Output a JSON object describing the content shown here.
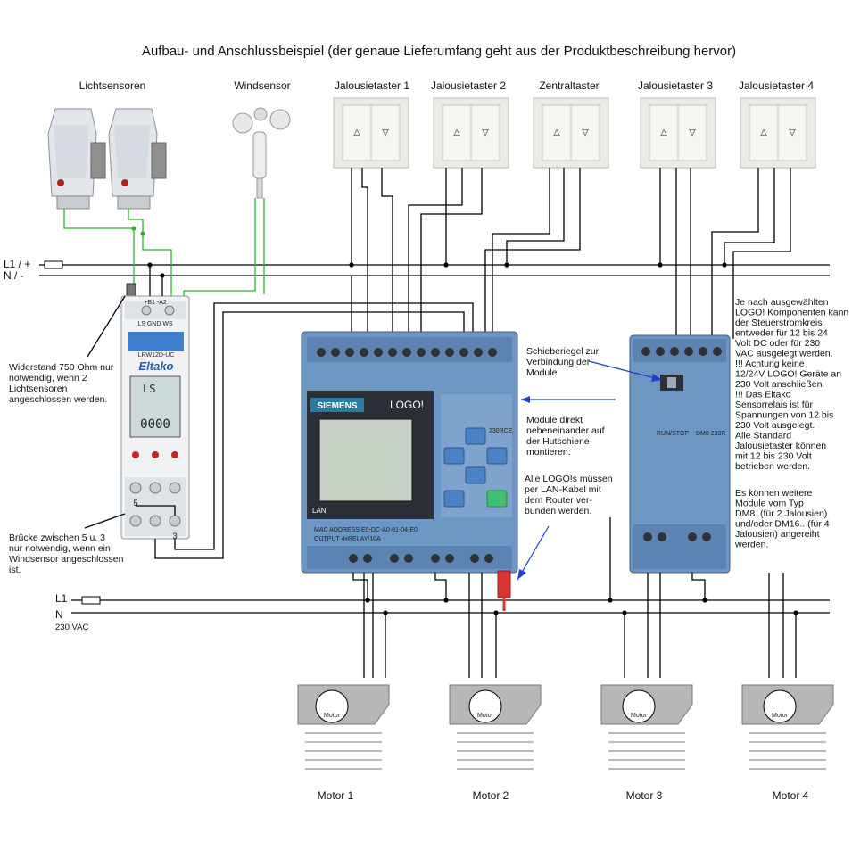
{
  "title": "Aufbau- und Anschlussbeispiel (der genaue Lieferumfang geht aus der Produktbeschreibung hervor)",
  "top_labels": {
    "light_sensors": "Lichtsensoren",
    "wind_sensor": "Windsensor",
    "switch1": "Jalousietaster 1",
    "switch2": "Jalousietaster 2",
    "central": "Zentraltaster",
    "switch3": "Jalousietaster 3",
    "switch4": "Jalousietaster 4"
  },
  "bus_labels": {
    "l1_plus": "L1 / +",
    "n_minus": "N / -",
    "l1": "L1",
    "n": "N",
    "vac": "230 VAC"
  },
  "eltako": {
    "brand": "Eltako",
    "model": "LRW12D-UC",
    "terminal_top": "+B1 -A2",
    "terminal_mid": "LS GND WS",
    "display_top": "LS",
    "display_value": "0000",
    "term_5": "5",
    "term_3": "3"
  },
  "logo": {
    "brand": "SIEMENS",
    "name": "LOGO!",
    "variant": "230RCE",
    "lan": "LAN",
    "mac": "MAC ADDRESS E0-DC-A0-81-04-E0",
    "output": "OUTPUT 4xRELAY/10A"
  },
  "dm8": {
    "run_stop": "RUN/STOP",
    "model": "DM8 230R"
  },
  "notes": {
    "resistor": "Widerstand 750 Ohm nur notwendig, wenn 2 Lichtsensoren angeschlossen werden.",
    "bridge": "Brücke zwischen 5 u. 3 nur notwendig, wenn ein Windsensor angeschlossen ist.",
    "slider": "Schieberiegel zur Verbindung der Module",
    "modules": "Module direkt nebeneinander auf der Hutschiene montieren.",
    "lan": "Alle LOGO!s müssen per LAN-Kabel mit dem Router ver- bunden werden.",
    "right1": "Je nach ausgewählten LOGO! Komponenten kann der Steuerstromkreis entweder für 12 bis 24 Volt DC oder für 230 VAC ausgelegt werden. !!! Achtung keine 12/24V LOGO! Geräte an 230 Volt anschließen !!! Das Eltako Sensorrelais ist für Spannungen von 12 bis 230 Volt ausgelegt. Alle Standard Jalousietaster können mit 12 bis 230 Volt betrieben werden.",
    "right2": "Es können weitere Module vom Typ DM8..(für 2 Jalousien) und/oder DM16.. (für 4 Jalousien) angereiht werden."
  },
  "motors": [
    "Motor 1",
    "Motor 2",
    "Motor 3",
    "Motor 4"
  ],
  "motor_label": "Motor"
}
